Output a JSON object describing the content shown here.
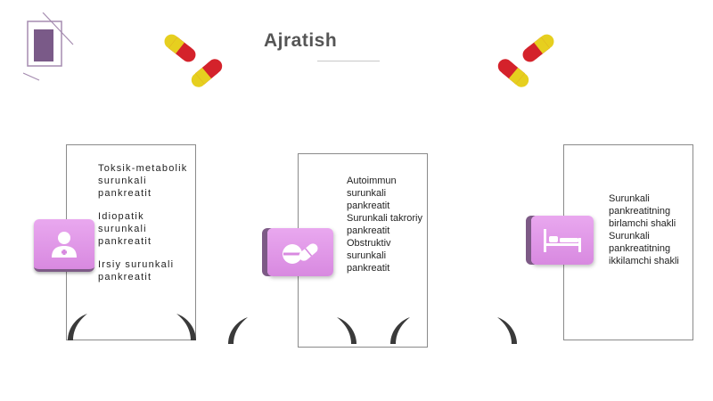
{
  "slide": {
    "title": "Ajratish"
  },
  "cards": [
    {
      "items": [
        "Toksik-metabolik surunkali pankreatit",
        "Idiopatik surunkali pankreatit",
        "Irsiy surunkali pankreatit"
      ]
    },
    {
      "items": [
        "Autoimmun surunkali pankreatit",
        "Surunkali takroriy pankreatit",
        "Obstruktiv surunkali pankreatit"
      ]
    },
    {
      "items": [
        "Surunkali pankreatitning birlamchi shakli",
        "Surunkali pankreatitning ikkilamchi shakli"
      ]
    }
  ],
  "icons": {
    "tile1": "doctor-icon",
    "tile2": "pills-icon",
    "tile3": "bed-icon",
    "decor": "capsule-icon"
  },
  "colors": {
    "accent": "#d889e0",
    "accent_dark": "#7d5a86",
    "capsule_red": "#d4222b",
    "capsule_yellow": "#e6cf1f"
  }
}
